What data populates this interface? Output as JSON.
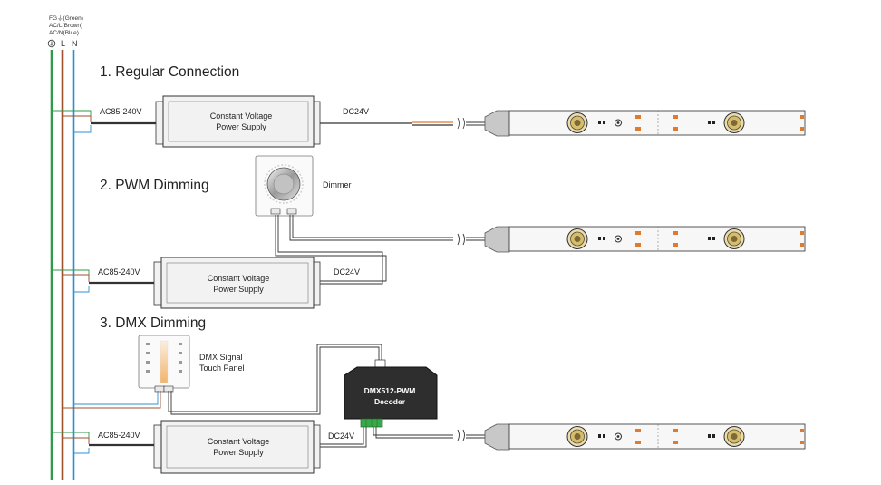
{
  "legend": {
    "fg": "FG",
    "fg_suffix": "(Green)",
    "l": "AC/L(Brown)",
    "n": "AC/N(Blue)",
    "col_l": "L",
    "col_n": "N"
  },
  "sections": [
    {
      "title": "1. Regular Connection",
      "input_label": "AC85-240V",
      "psu_line1": "Constant Voltage",
      "psu_line2": "Power Supply",
      "output_label": "DC24V"
    },
    {
      "title": "2. PWM Dimming",
      "input_label": "AC85-240V",
      "psu_line1": "Constant Voltage",
      "psu_line2": "Power Supply",
      "output_label": "DC24V",
      "dimmer_label": "Dimmer"
    },
    {
      "title": "3. DMX Dimming",
      "input_label": "AC85-240V",
      "psu_line1": "Constant Voltage",
      "psu_line2": "Power Supply",
      "output_label": "DC24V",
      "panel_line1": "DMX Signal",
      "panel_line2": "Touch Panel",
      "decoder_line1": "DMX512-PWM",
      "decoder_line2": "Decoder"
    }
  ],
  "colors": {
    "fg_wire": "#2e9a4a",
    "l_wire": "#a0522d",
    "n_wire": "#2f8fd6",
    "wire": "#555555",
    "psu_fill": "#f2f2f2",
    "strip_fill": "#f7f7f7",
    "led": "#e07a2e",
    "decoder": "#2e2e2e",
    "terminal": "#3aa84a"
  }
}
